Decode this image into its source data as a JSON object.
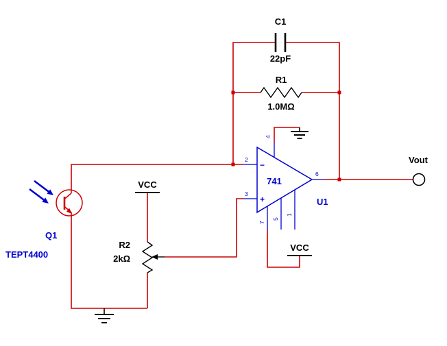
{
  "colors": {
    "bg": "#ffffff",
    "wire": "#cc0000",
    "blue": "#0000d2",
    "black": "#000000"
  },
  "components": {
    "c1": {
      "designator": "C1",
      "value": "22pF"
    },
    "r1": {
      "designator": "R1",
      "value": "1.0MΩ"
    },
    "r2": {
      "designator": "R2",
      "value": "2kΩ"
    },
    "q1": {
      "designator": "Q1",
      "part": "TEPT4400"
    },
    "u1": {
      "designator": "U1",
      "part": "741",
      "minus": "−",
      "plus": "+",
      "pin_inverting": "2",
      "pin_noninverting": "3",
      "pin_output": "6",
      "pin_vminus": "4",
      "pin_vplus": "7",
      "pin_offset1": "5",
      "pin_offset2": "1"
    }
  },
  "power": {
    "vcc_r2_label": "VCC",
    "vcc_u1_label": "VCC"
  },
  "output_terminal": {
    "label": "Vout"
  }
}
